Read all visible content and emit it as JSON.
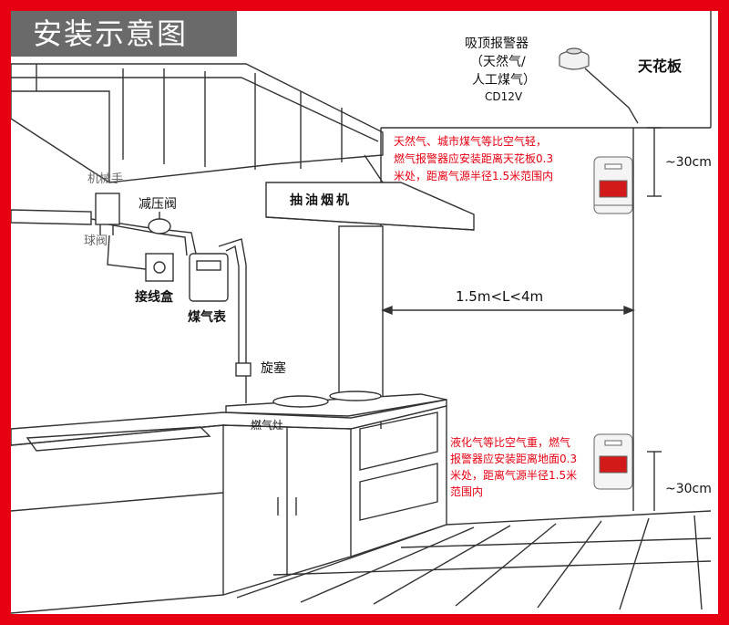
{
  "title": "安装示意图",
  "labels": {
    "ceiling_detector": [
      "吸顶报警器",
      "（天然气/",
      "人工煤气）",
      "CD12V"
    ],
    "ceiling": "天花板",
    "distance_top": "~30cm",
    "distance_bottom": "~30cm",
    "natural_gas_note": [
      "天然气、城市煤气等比空气轻，",
      "燃气报警器应安装距离天花板0.3",
      "米处，距离气源半径1.5米范围内"
    ],
    "lpg_note": [
      "液化气等比空气重，燃气",
      "报警器应安装距离地面0.3",
      "米处，距离气源半径1.5米",
      "范围内"
    ],
    "range_hood": "抽油烟机",
    "manipulator": "机械手",
    "pressure_valve": "减压阀",
    "ball_valve": "球阀",
    "junction_box": "接线盒",
    "gas_meter": "煤气表",
    "plug_valve": "旋塞",
    "gas_stove": "燃气灶",
    "distance_range": "1.5m<L<4m"
  },
  "colors": {
    "border": "#e60012",
    "title_bg": "#6a6a6a",
    "note_text": "#e60012",
    "line": "#333333"
  }
}
